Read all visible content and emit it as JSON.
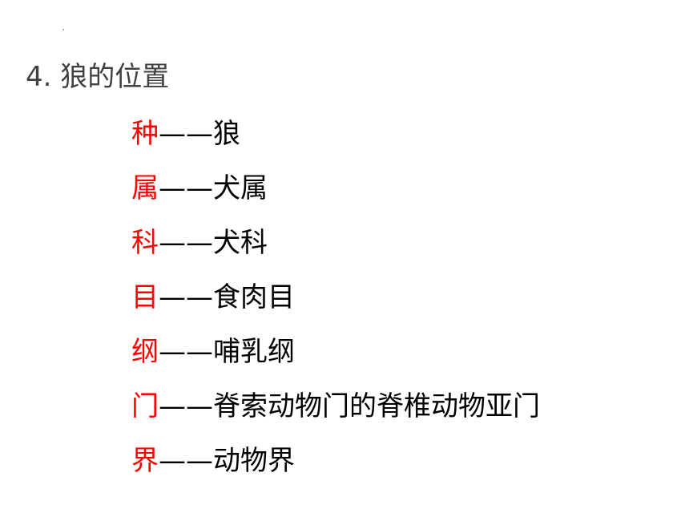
{
  "slide": {
    "heading": "4. 狼的位置",
    "separator": "——",
    "ranks": [
      {
        "term": "种",
        "value": "狼"
      },
      {
        "term": "属",
        "value": "犬属"
      },
      {
        "term": "科",
        "value": "犬科"
      },
      {
        "term": "目",
        "value": "食肉目"
      },
      {
        "term": "纲",
        "value": "哺乳纲"
      },
      {
        "term": "门",
        "value": "脊索动物门的脊椎动物亚门"
      },
      {
        "term": "界",
        "value": "动物界"
      }
    ]
  },
  "colors": {
    "rank_term": "#ff0000",
    "heading": "#404040",
    "body_text": "#000000"
  }
}
